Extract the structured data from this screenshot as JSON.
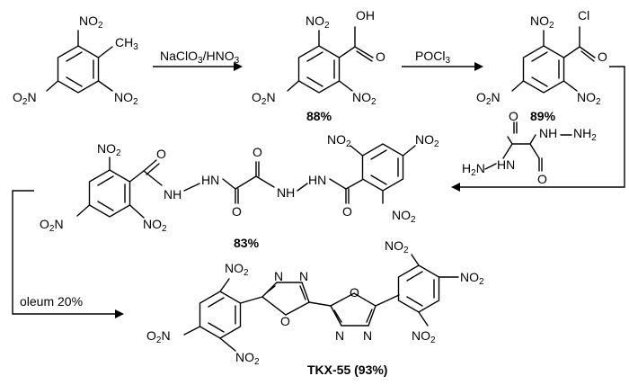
{
  "reactions": {
    "step1_reagent": "NaClO3/HNO3",
    "step2_reagent": "POCl3",
    "step4_reagent": "oleum 20%"
  },
  "yields": {
    "compound2": "88%",
    "compound3": "89%",
    "compound4": "83%",
    "product": "TKX-55 (93%)"
  },
  "labels": {
    "no2": "NO2",
    "o2n": "O2N",
    "ch3": "CH3",
    "oh": "OH",
    "o": "O",
    "cl": "Cl",
    "n": "N",
    "nh": "NH",
    "hn": "HN",
    "nh2": "NH2",
    "h2n": "H2N"
  }
}
